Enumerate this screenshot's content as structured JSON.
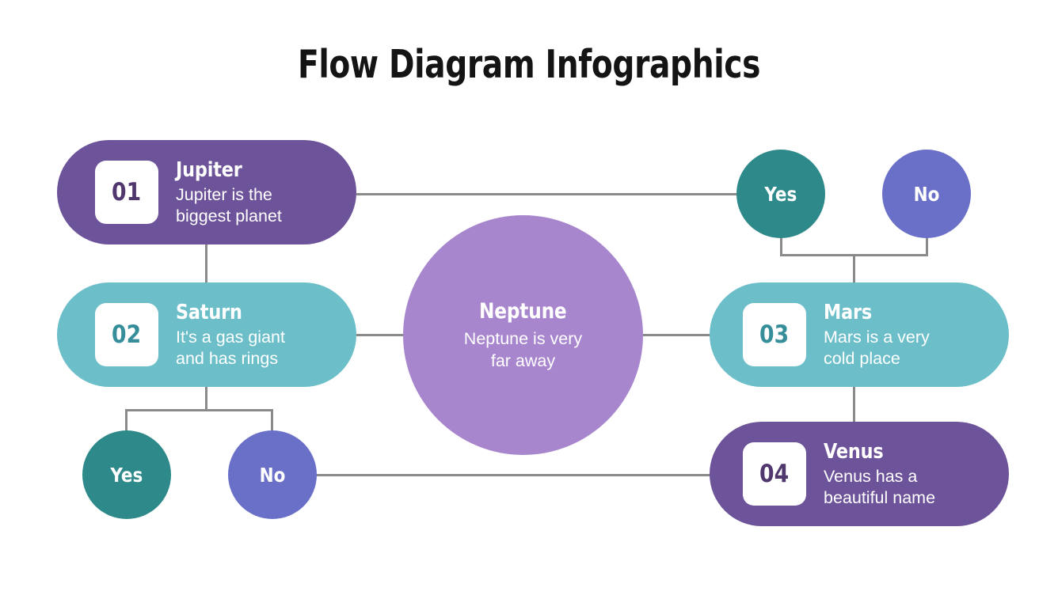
{
  "slide": {
    "title": "Flow Diagram Infographics",
    "background": "#ffffff"
  },
  "palette": {
    "purple_dark": "#6d5399",
    "teal_light": "#6cbfc9",
    "teal_dark": "#2e8a8a",
    "blue_violet": "#6a70c8",
    "purple_light": "#a886ce",
    "connector_gray": "#8a8a8a",
    "badge_text_purple": "#50386f",
    "badge_text_teal": "#358e99",
    "title_color": "#141414"
  },
  "cards": [
    {
      "number": "01",
      "title": "Jupiter",
      "description": "Jupiter is the\nbiggest planet",
      "color": "#6d5399"
    },
    {
      "number": "02",
      "title": "Saturn",
      "description": "It's a gas giant\nand has rings",
      "color": "#6cbfc9"
    },
    {
      "number": "03",
      "title": "Mars",
      "description": "Mars is a very\ncold place",
      "color": "#6cbfc9"
    },
    {
      "number": "04",
      "title": "Venus",
      "description": "Venus has a\nbeautiful name",
      "color": "#6d5399"
    }
  ],
  "center_node": {
    "title": "Neptune",
    "description": "Neptune is very\nfar away",
    "color": "#a886ce"
  },
  "decisions": [
    {
      "label": "Yes",
      "color": "#2e8a8a",
      "position": "top-right"
    },
    {
      "label": "No",
      "color": "#6a70c8",
      "position": "top-right"
    },
    {
      "label": "Yes",
      "color": "#2e8a8a",
      "position": "bottom-left"
    },
    {
      "label": "No",
      "color": "#6a70c8",
      "position": "bottom-left"
    }
  ]
}
